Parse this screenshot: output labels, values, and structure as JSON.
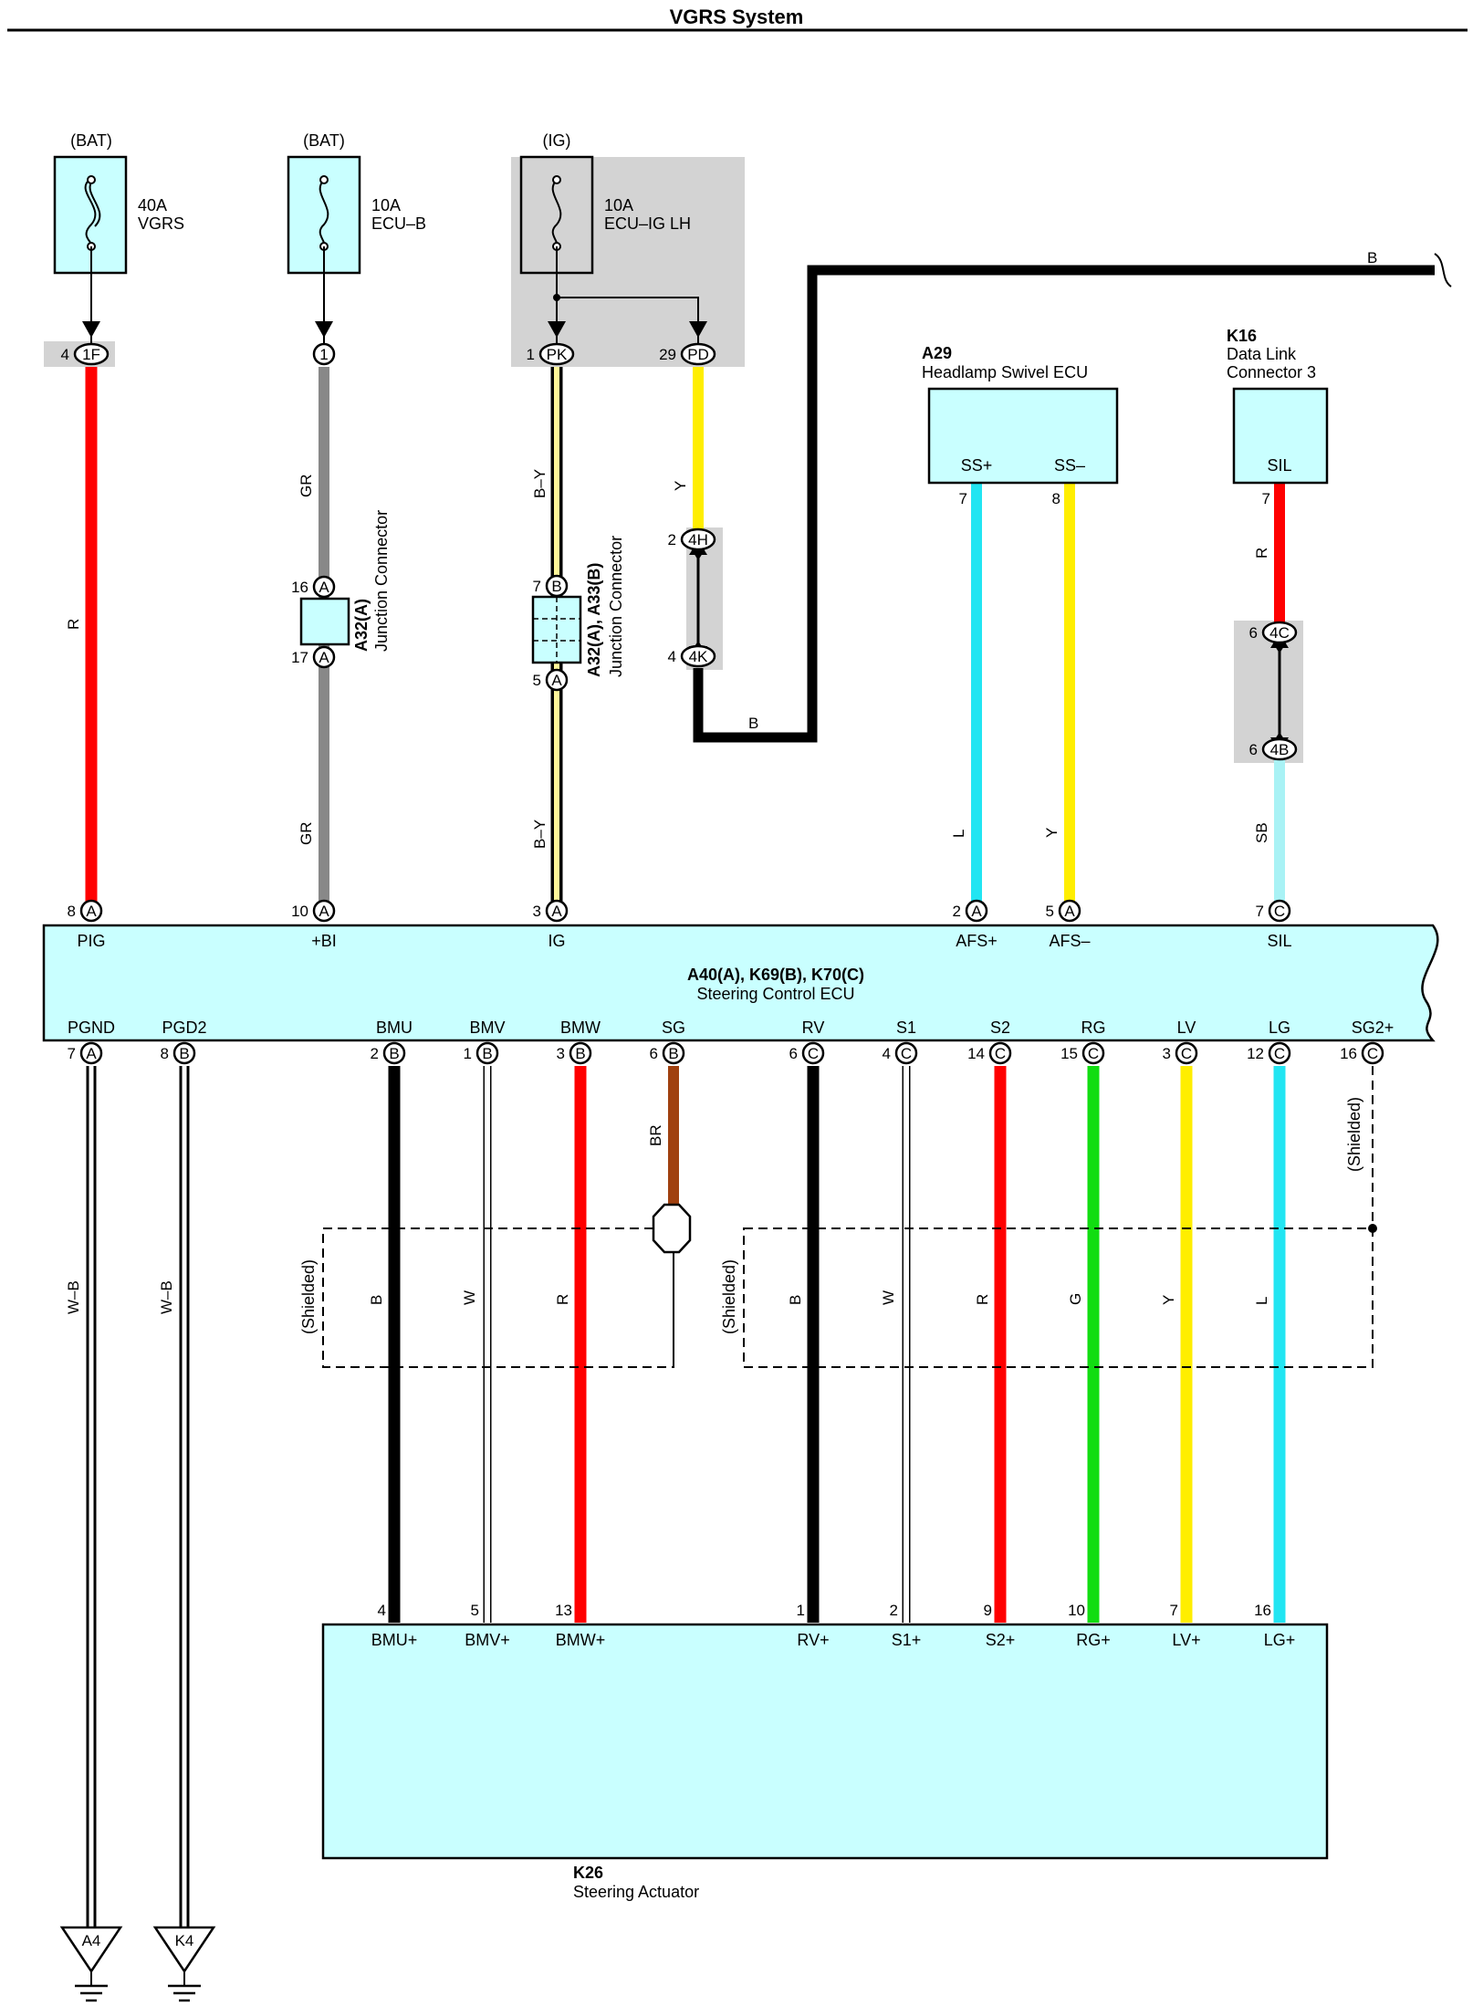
{
  "title": "VGRS System",
  "colors": {
    "R": "#ff0000",
    "GR": "#888888",
    "Y": "#ffee00",
    "B": "#000000",
    "L": "#22e5f2",
    "SB": "#a9f2f5",
    "BR": "#a0400f",
    "G": "#11dd11",
    "W": "#ffffff",
    "BY": "#fff799",
    "box": "#c9ffff",
    "shade": "#d3d3d3"
  },
  "fuses": [
    {
      "source": "(BAT)",
      "rating": "40A",
      "name": "VGRS"
    },
    {
      "source": "(BAT)",
      "rating": "10A",
      "name": "ECU–B"
    },
    {
      "source": "(IG)",
      "rating": "10A",
      "name": "ECU–IG LH"
    }
  ],
  "top_connectors": [
    {
      "pin": "4",
      "code": "1F"
    },
    {
      "pin": "",
      "code": "1"
    },
    {
      "pin": "1",
      "code": "PK"
    },
    {
      "pin": "29",
      "code": "PD"
    }
  ],
  "junction_a": {
    "id": "A32(A)",
    "name": "Junction Connector",
    "pin_top": "16",
    "code_top": "A",
    "pin_bot": "17",
    "code_bot": "A"
  },
  "junction_ab": {
    "id": "A32(A), A33(B)",
    "name": "Junction Connector",
    "pin_top": "7",
    "code_top": "B",
    "pin_bot": "5",
    "code_bot": "A"
  },
  "inline_h": {
    "top_pin": "2",
    "top_code": "4H",
    "bot_pin": "4",
    "bot_code": "4K"
  },
  "inline_c": {
    "top_pin": "6",
    "top_code": "4C",
    "bot_pin": "6",
    "bot_code": "4B"
  },
  "a29": {
    "id": "A29",
    "name": "Headlamp Swivel ECU",
    "pins": [
      {
        "label": "SS+",
        "num": "7"
      },
      {
        "label": "SS–",
        "num": "8"
      }
    ]
  },
  "k16": {
    "id": "K16",
    "name1": "Data Link",
    "name2": "Connector 3",
    "pins": [
      {
        "label": "SIL",
        "num": "7"
      }
    ]
  },
  "ecu": {
    "id": "A40(A), K69(B), K70(C)",
    "name": "Steering Control ECU",
    "top_pins": [
      {
        "label": "PIG",
        "num": "8",
        "code": "A"
      },
      {
        "label": "+BI",
        "num": "10",
        "code": "A"
      },
      {
        "label": "IG",
        "num": "3",
        "code": "A"
      },
      {
        "label": "AFS+",
        "num": "2",
        "code": "A"
      },
      {
        "label": "AFS–",
        "num": "5",
        "code": "A"
      },
      {
        "label": "SIL",
        "num": "7",
        "code": "C"
      }
    ],
    "bottom_pins": [
      {
        "label": "PGND",
        "num": "7",
        "code": "A"
      },
      {
        "label": "PGD2",
        "num": "8",
        "code": "B"
      },
      {
        "label": "BMU",
        "num": "2",
        "code": "B"
      },
      {
        "label": "BMV",
        "num": "1",
        "code": "B"
      },
      {
        "label": "BMW",
        "num": "3",
        "code": "B"
      },
      {
        "label": "SG",
        "num": "6",
        "code": "B"
      },
      {
        "label": "RV",
        "num": "6",
        "code": "C"
      },
      {
        "label": "S1",
        "num": "4",
        "code": "C"
      },
      {
        "label": "S2",
        "num": "14",
        "code": "C"
      },
      {
        "label": "RG",
        "num": "15",
        "code": "C"
      },
      {
        "label": "LV",
        "num": "3",
        "code": "C"
      },
      {
        "label": "LG",
        "num": "12",
        "code": "C"
      },
      {
        "label": "SG2+",
        "num": "16",
        "code": "C"
      }
    ]
  },
  "actuator": {
    "id": "K26",
    "name": "Steering Actuator",
    "pins": [
      {
        "label": "BMU+",
        "num": "4"
      },
      {
        "label": "BMV+",
        "num": "5"
      },
      {
        "label": "BMW+",
        "num": "13"
      },
      {
        "label": "RV+",
        "num": "1"
      },
      {
        "label": "S1+",
        "num": "2"
      },
      {
        "label": "S2+",
        "num": "9"
      },
      {
        "label": "RG+",
        "num": "10"
      },
      {
        "label": "LV+",
        "num": "7"
      },
      {
        "label": "LG+",
        "num": "16"
      }
    ]
  },
  "wire_colors": {
    "r_fuse": "R",
    "gr_1": "GR",
    "gr_2": "GR",
    "by_1": "B–Y",
    "by_2": "B–Y",
    "y_pd": "Y",
    "b_4k": "B",
    "b_top": "B",
    "l_ss": "L",
    "y_ss": "Y",
    "r_sil": "R",
    "sb_sil": "SB",
    "wb_1": "W–B",
    "wb_2": "W–B",
    "br_sg": "BR",
    "s1": [
      "B",
      "W",
      "R"
    ],
    "s2": [
      "B",
      "W",
      "R",
      "G",
      "Y",
      "L"
    ]
  },
  "shielded": "(Shielded)",
  "grounds": [
    {
      "code": "A4"
    },
    {
      "code": "K4"
    }
  ]
}
